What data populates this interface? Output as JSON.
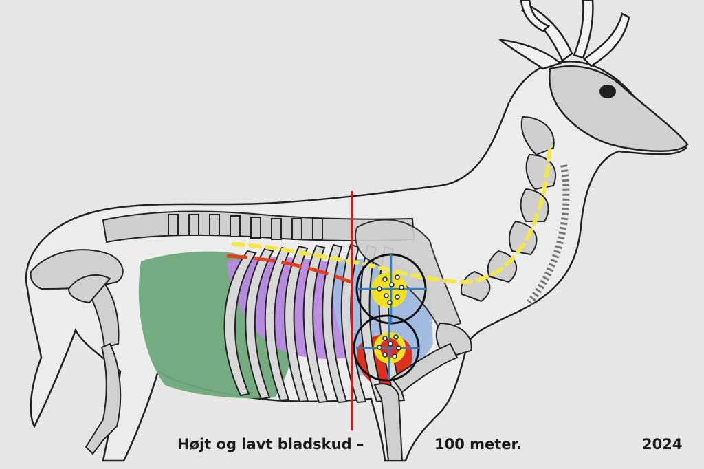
{
  "caption": {
    "title": "Højt og lavt bladskud –",
    "distance": "100 meter.",
    "year": "2024"
  },
  "colors": {
    "background": "#e6e6e6",
    "outline": "#222222",
    "bone": "#cfcfcf",
    "rumen": "#6fa87a",
    "lungs": "#b889e0",
    "heart_region": "#9fb8e0",
    "heart": "#e0301e",
    "spine_line": "#f2e64a",
    "vertical_line": "#e01414",
    "target_ring": "#111111",
    "target_inner": "#f0e020",
    "crosshair": "#2a7fd0"
  },
  "targets": [
    {
      "name": "high-shot-target",
      "shots": 8
    },
    {
      "name": "low-shot-target",
      "shots": 7
    }
  ]
}
